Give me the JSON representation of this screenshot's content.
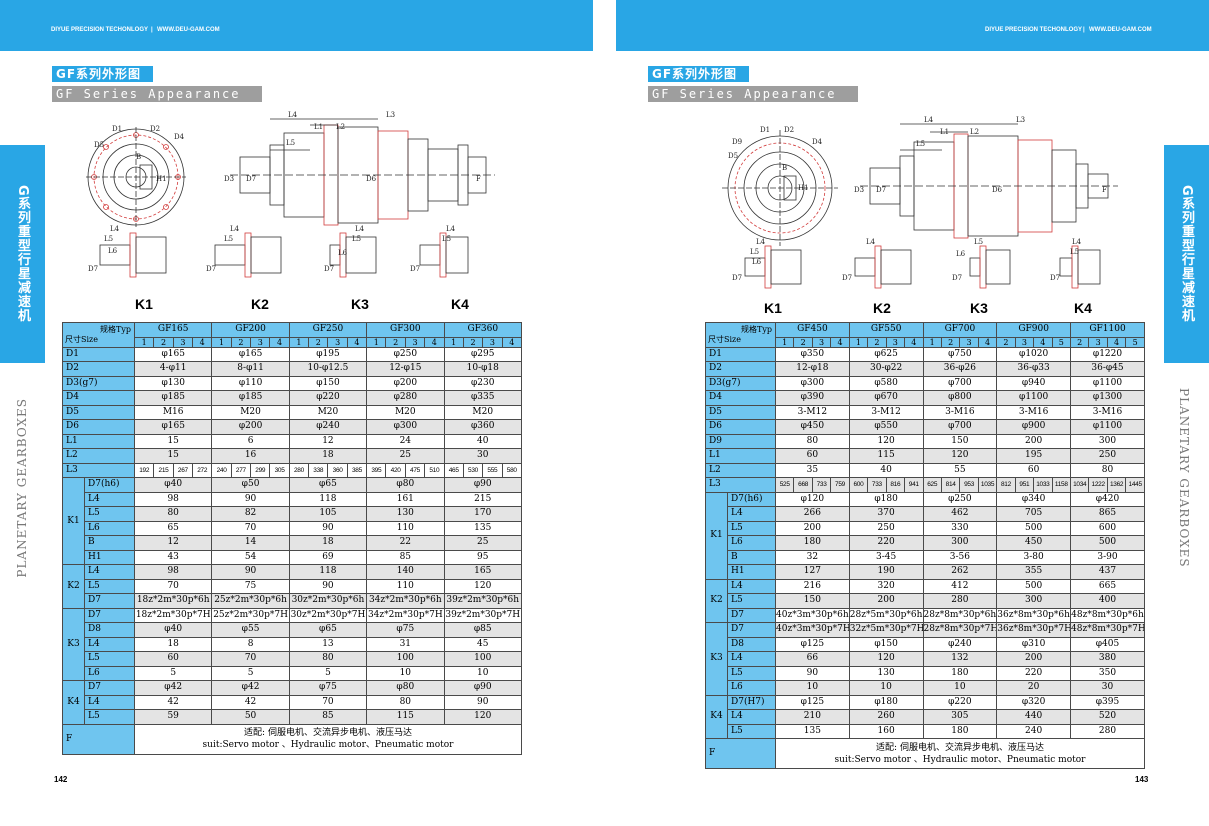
{
  "header": {
    "brand": "DIYUE PRECISION TECHONLOGY",
    "sep": "|",
    "site": "WWW.DEU-GAM.COM"
  },
  "left": {
    "title_cn": "GF系列外形图",
    "title_en": "GF Series Appearance",
    "side_tab": "G系列重型行星减速机",
    "side_text": "PLANETARY GEARBOXES",
    "page": "142",
    "drawing": {
      "labels": [
        "D1",
        "D2",
        "D4",
        "D5",
        "B",
        "H1",
        "L4",
        "L1",
        "L2",
        "L3",
        "L5",
        "D3",
        "D7",
        "D6",
        "F"
      ],
      "k": [
        "L4",
        "L5",
        "L6",
        "D7"
      ]
    },
    "k_labels": [
      "K1",
      "K2",
      "K3",
      "K4"
    ],
    "corner": {
      "typ": "规格Typ",
      "size": "尺寸Size"
    },
    "models": [
      "GF165",
      "GF200",
      "GF250",
      "GF300",
      "GF360"
    ],
    "ratios": [
      [
        "1",
        "2",
        "3",
        "4"
      ],
      [
        "1",
        "2",
        "3",
        "4"
      ],
      [
        "1",
        "2",
        "3",
        "4"
      ],
      [
        "1",
        "2",
        "3",
        "4"
      ],
      [
        "1",
        "2",
        "3",
        "4"
      ]
    ],
    "rows": [
      {
        "l": "D1",
        "v": [
          "φ165",
          "φ165",
          "φ195",
          "φ250",
          "φ295"
        ]
      },
      {
        "l": "D2",
        "v": [
          "4-φ11",
          "8-φ11",
          "10-φ12.5",
          "12-φ15",
          "10-φ18"
        ]
      },
      {
        "l": "D3(g7)",
        "v": [
          "φ130",
          "φ110",
          "φ150",
          "φ200",
          "φ230"
        ]
      },
      {
        "l": "D4",
        "v": [
          "φ185",
          "φ185",
          "φ220",
          "φ280",
          "φ335"
        ]
      },
      {
        "l": "D5",
        "v": [
          "M16",
          "M20",
          "M20",
          "M20",
          "M20"
        ]
      },
      {
        "l": "D6",
        "v": [
          "φ165",
          "φ200",
          "φ240",
          "φ300",
          "φ360"
        ]
      },
      {
        "l": "L1",
        "v": [
          "15",
          "6",
          "12",
          "24",
          "40"
        ]
      },
      {
        "l": "L2",
        "v": [
          "15",
          "16",
          "18",
          "25",
          "30"
        ]
      }
    ],
    "l3": {
      "l": "L3",
      "v": [
        "192",
        "215",
        "267",
        "272",
        "240",
        "277",
        "299",
        "305",
        "280",
        "338",
        "360",
        "385",
        "395",
        "420",
        "475",
        "510",
        "465",
        "530",
        "555",
        "580"
      ]
    },
    "groups": [
      {
        "g": "K1",
        "rows": [
          {
            "l": "D7(h6)",
            "v": [
              "φ40",
              "φ50",
              "φ65",
              "φ80",
              "φ90"
            ]
          },
          {
            "l": "L4",
            "v": [
              "98",
              "90",
              "118",
              "161",
              "215"
            ]
          },
          {
            "l": "L5",
            "v": [
              "80",
              "82",
              "105",
              "130",
              "170"
            ]
          },
          {
            "l": "L6",
            "v": [
              "65",
              "70",
              "90",
              "110",
              "135"
            ]
          },
          {
            "l": "B",
            "v": [
              "12",
              "14",
              "18",
              "22",
              "25"
            ]
          },
          {
            "l": "H1",
            "v": [
              "43",
              "54",
              "69",
              "85",
              "95"
            ]
          }
        ]
      },
      {
        "g": "K2",
        "rows": [
          {
            "l": "L4",
            "v": [
              "98",
              "90",
              "118",
              "140",
              "165"
            ]
          },
          {
            "l": "L5",
            "v": [
              "70",
              "75",
              "90",
              "110",
              "120"
            ]
          },
          {
            "l": "D7",
            "v": [
              "18z*2m*30p*6h",
              "25z*2m*30p*6h",
              "30z*2m*30p*6h",
              "34z*2m*30p*6h",
              "39z*2m*30p*6h"
            ]
          }
        ]
      },
      {
        "g": "K3",
        "rows": [
          {
            "l": "D7",
            "v": [
              "18z*2m*30p*7H",
              "25z*2m*30p*7H",
              "30z*2m*30p*7H",
              "34z*2m*30p*7H",
              "39z*2m*30p*7H"
            ]
          },
          {
            "l": "D8",
            "v": [
              "φ40",
              "φ55",
              "φ65",
              "φ75",
              "φ85"
            ]
          },
          {
            "l": "L4",
            "v": [
              "18",
              "8",
              "13",
              "31",
              "45"
            ]
          },
          {
            "l": "L5",
            "v": [
              "60",
              "70",
              "80",
              "100",
              "100"
            ]
          },
          {
            "l": "L6",
            "v": [
              "5",
              "5",
              "5",
              "10",
              "10"
            ]
          }
        ]
      },
      {
        "g": "K4",
        "rows": [
          {
            "l": "D7",
            "v": [
              "φ42",
              "φ42",
              "φ75",
              "φ80",
              "φ90"
            ]
          },
          {
            "l": "L4",
            "v": [
              "42",
              "42",
              "70",
              "80",
              "90"
            ]
          },
          {
            "l": "L5",
            "v": [
              "59",
              "50",
              "85",
              "115",
              "120"
            ]
          }
        ]
      }
    ],
    "f": {
      "l": "F",
      "cn": "适配: 伺服电机、交流异步电机、液压马达",
      "en": "suit:Servo motor 、Hydraulic motor、Pneumatic motor"
    }
  },
  "right": {
    "title_cn": "GF系列外形图",
    "title_en": "GF Series Appearance",
    "side_tab": "G系列重型行星减速机",
    "side_text": "PLANETARY GEARBOXES",
    "page": "143",
    "drawing": {
      "labels": [
        "D1",
        "D2",
        "D9",
        "D4",
        "D5",
        "B",
        "H1",
        "L4",
        "L1",
        "L2",
        "L3",
        "L5",
        "D3",
        "D7",
        "D6",
        "F"
      ],
      "k": [
        "L4",
        "L5",
        "L6",
        "D7"
      ]
    },
    "k_labels": [
      "K1",
      "K2",
      "K3",
      "K4"
    ],
    "corner": {
      "typ": "规格Typ",
      "size": "尺寸Size"
    },
    "models": [
      "GF450",
      "GF550",
      "GF700",
      "GF900",
      "GF1100"
    ],
    "ratios": [
      [
        "1",
        "2",
        "3",
        "4"
      ],
      [
        "1",
        "2",
        "3",
        "4"
      ],
      [
        "1",
        "2",
        "3",
        "4"
      ],
      [
        "2",
        "3",
        "4",
        "5"
      ],
      [
        "2",
        "3",
        "4",
        "5"
      ]
    ],
    "rows": [
      {
        "l": "D1",
        "v": [
          "φ350",
          "φ625",
          "φ750",
          "φ1020",
          "φ1220"
        ]
      },
      {
        "l": "D2",
        "v": [
          "12-φ18",
          "30-φ22",
          "36-φ26",
          "36-φ33",
          "36-φ45"
        ]
      },
      {
        "l": "D3(g7)",
        "v": [
          "φ300",
          "φ580",
          "φ700",
          "φ940",
          "φ1100"
        ]
      },
      {
        "l": "D4",
        "v": [
          "φ390",
          "φ670",
          "φ800",
          "φ1100",
          "φ1300"
        ]
      },
      {
        "l": "D5",
        "v": [
          "3-M12",
          "3-M12",
          "3-M16",
          "3-M16",
          "3-M16"
        ]
      },
      {
        "l": "D6",
        "v": [
          "φ450",
          "φ550",
          "φ700",
          "φ900",
          "φ1100"
        ]
      },
      {
        "l": "D9",
        "v": [
          "80",
          "120",
          "150",
          "200",
          "300"
        ]
      },
      {
        "l": "L1",
        "v": [
          "60",
          "115",
          "120",
          "195",
          "250"
        ]
      },
      {
        "l": "L2",
        "v": [
          "35",
          "40",
          "55",
          "60",
          "80"
        ]
      }
    ],
    "l3": {
      "l": "L3",
      "v": [
        "525",
        "668",
        "733",
        "759",
        "600",
        "733",
        "816",
        "941",
        "625",
        "814",
        "953",
        "1035",
        "812",
        "951",
        "1033",
        "1158",
        "1034",
        "1222",
        "1362",
        "1445"
      ]
    },
    "groups": [
      {
        "g": "K1",
        "rows": [
          {
            "l": "D7(h6)",
            "v": [
              "φ120",
              "φ180",
              "φ250",
              "φ340",
              "φ420"
            ]
          },
          {
            "l": "L4",
            "v": [
              "266",
              "370",
              "462",
              "705",
              "865"
            ]
          },
          {
            "l": "L5",
            "v": [
              "200",
              "250",
              "330",
              "500",
              "600"
            ]
          },
          {
            "l": "L6",
            "v": [
              "180",
              "220",
              "300",
              "450",
              "500"
            ]
          },
          {
            "l": "B",
            "v": [
              "32",
              "3-45",
              "3-56",
              "3-80",
              "3-90"
            ]
          },
          {
            "l": "H1",
            "v": [
              "127",
              "190",
              "262",
              "355",
              "437"
            ]
          }
        ]
      },
      {
        "g": "K2",
        "rows": [
          {
            "l": "L4",
            "v": [
              "216",
              "320",
              "412",
              "500",
              "665"
            ]
          },
          {
            "l": "L5",
            "v": [
              "150",
              "200",
              "280",
              "300",
              "400"
            ]
          },
          {
            "l": "D7",
            "v": [
              "40z*3m*30p*6h",
              "28z*5m*30p*6h",
              "28z*8m*30p*6h",
              "36z*8m*30p*6h",
              "48z*8m*30p*6h"
            ]
          }
        ]
      },
      {
        "g": "K3",
        "rows": [
          {
            "l": "D7",
            "v": [
              "40z*3m*30p*7H",
              "32z*5m*30p*7H",
              "28z*8m*30p*7H",
              "36z*8m*30p*7H",
              "48z*8m*30p*7H"
            ]
          },
          {
            "l": "D8",
            "v": [
              "φ125",
              "φ150",
              "φ240",
              "φ310",
              "φ405"
            ]
          },
          {
            "l": "L4",
            "v": [
              "66",
              "120",
              "132",
              "200",
              "380"
            ]
          },
          {
            "l": "L5",
            "v": [
              "90",
              "130",
              "180",
              "220",
              "350"
            ]
          },
          {
            "l": "L6",
            "v": [
              "10",
              "10",
              "10",
              "20",
              "30"
            ]
          }
        ]
      },
      {
        "g": "K4",
        "rows": [
          {
            "l": "D7(H7)",
            "v": [
              "φ125",
              "φ180",
              "φ220",
              "φ320",
              "φ395"
            ]
          },
          {
            "l": "L4",
            "v": [
              "210",
              "260",
              "305",
              "440",
              "520"
            ]
          },
          {
            "l": "L5",
            "v": [
              "135",
              "160",
              "180",
              "240",
              "280"
            ]
          }
        ]
      }
    ],
    "f": {
      "l": "F",
      "cn": "适配: 伺服电机、交流异步电机、液压马达",
      "en": "suit:Servo motor 、Hydraulic motor、Pneumatic motor"
    }
  },
  "colors": {
    "accent": "#29a6e5",
    "table_label": "#6fc5ef",
    "alt_row": "#e4e4e4",
    "drawing_red": "#d23c3c",
    "gray_band": "#9e9e9e"
  }
}
